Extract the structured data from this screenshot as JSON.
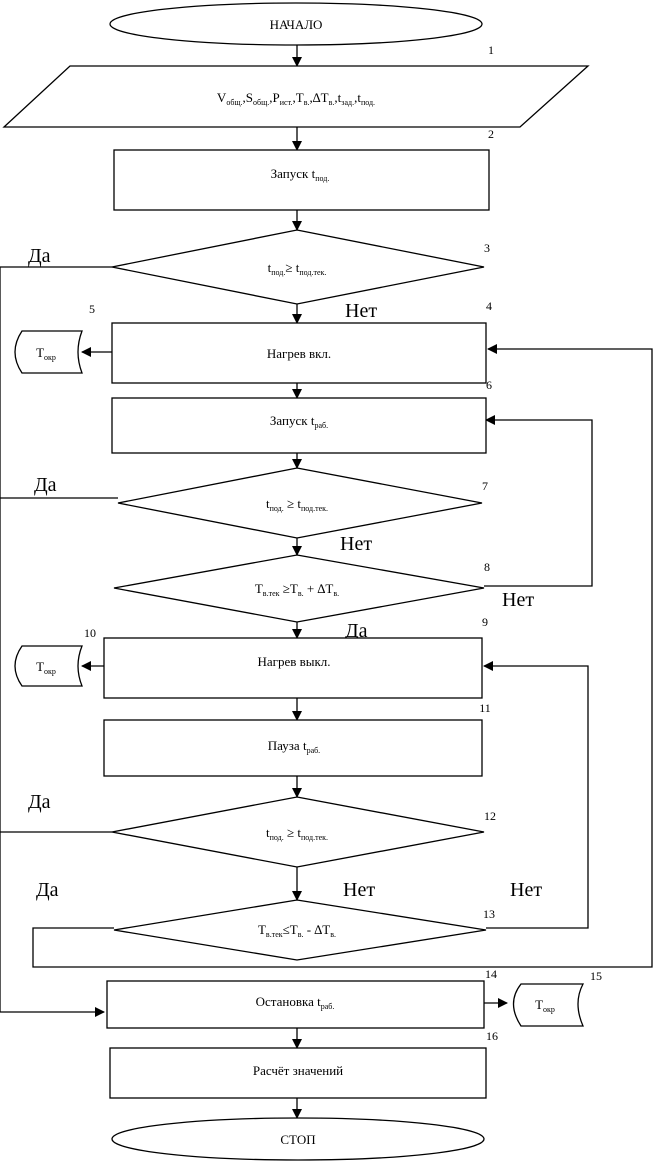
{
  "nodes": {
    "start": {
      "text": "НАЧАЛО"
    },
    "input": {
      "num": "1"
    },
    "launch_prep": {
      "text": "Запуск t",
      "sub": "под.",
      "num": "2"
    },
    "decision3": {
      "num": "3"
    },
    "heat_on": {
      "text": "Нагрев вкл.",
      "num": "4"
    },
    "display5": {
      "text": "T",
      "sub": "окр",
      "num": "5"
    },
    "launch_work": {
      "text": "Запуск t",
      "sub": "раб.",
      "num": "6"
    },
    "decision7": {
      "num": "7"
    },
    "decision8": {
      "num": "8"
    },
    "heat_off": {
      "text": "Нагрев выкл.",
      "num": "9"
    },
    "display10": {
      "text": "T",
      "sub": "окр",
      "num": "10"
    },
    "pause": {
      "text": "Пауза t",
      "sub": "раб.",
      "num": "11"
    },
    "decision12": {
      "num": "12"
    },
    "decision13": {
      "num": "13"
    },
    "stop_work": {
      "text": "Остановка t",
      "sub": "раб.",
      "num": "14"
    },
    "display15": {
      "text": "T",
      "sub": "окр",
      "num": "15"
    },
    "calc": {
      "text": "Расчёт значений",
      "num": "16"
    },
    "stop": {
      "text": "СТОП"
    }
  },
  "branch_labels": {
    "yes3": "Да",
    "no3": "Нет",
    "yes7": "Да",
    "no7": "Нет",
    "yes8": "Да",
    "no8": "Нет",
    "yes12": "Да",
    "no12": "Нет",
    "yes13": "Да",
    "no13": "Нет"
  }
}
